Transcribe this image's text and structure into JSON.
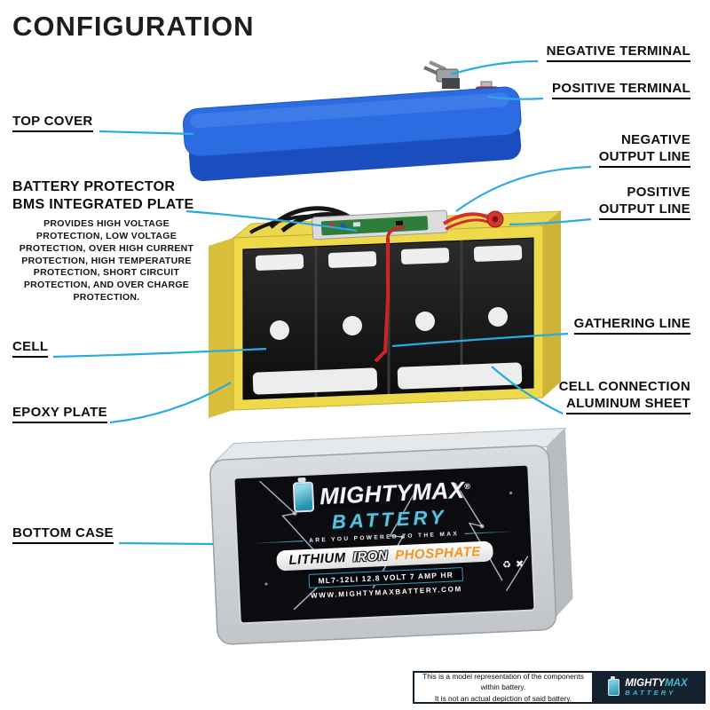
{
  "title": "CONFIGURATION",
  "labels": {
    "negative_terminal": "NEGATIVE TERMINAL",
    "positive_terminal": "POSITIVE TERMINAL",
    "top_cover": "TOP COVER",
    "negative_output_1": "NEGATIVE",
    "negative_output_2": "OUTPUT LINE",
    "positive_output_1": "POSITIVE",
    "positive_output_2": "OUTPUT LINE",
    "battery_protector_1": "BATTERY PROTECTOR",
    "battery_protector_2": "BMS INTEGRATED PLATE",
    "battery_protector_desc": "PROVIDES HIGH VOLTAGE PROTECTION, LOW VOLTAGE PROTECTION, OVER HIGH CURRENT PROTECTION, HIGH TEMPERATURE PROTECTION, SHORT CIRCUIT PROTECTION, AND OVER CHARGE PROTECTION.",
    "cell": "CELL",
    "gathering_line": "GATHERING LINE",
    "epoxy_plate": "EPOXY PLATE",
    "cell_connection_1": "CELL CONNECTION",
    "cell_connection_2": "ALUMINUM SHEET",
    "bottom_case": "BOTTOM CASE"
  },
  "brand": {
    "mighty": "MIGHTY",
    "max": "MAX",
    "battery": "BATTERY",
    "registered": "®"
  },
  "product_label": {
    "tagline": "ARE YOU POWERED TO THE MAX",
    "chem_1": "LITHIUM",
    "chem_2": "IRON",
    "chem_3": "PHOSPHATE",
    "model": "ML7-12LI 12.8 VOLT 7 AMP HR",
    "website": "WWW.MIGHTYMAXBATTERY.COM"
  },
  "icons": {
    "recycle": "♻",
    "no_trash": "✖"
  },
  "footer": {
    "disclaimer_1": "This is a model representation of the components within battery.",
    "disclaimer_2": "It is not an actual depiction of said battery."
  },
  "colors": {
    "leader_line": "#29abe2",
    "cover_blue": "#2c6ce2",
    "case_yellow": "#eed94b",
    "brand_teal": "#42b9d0",
    "phosphate_orange": "#f7941d"
  }
}
